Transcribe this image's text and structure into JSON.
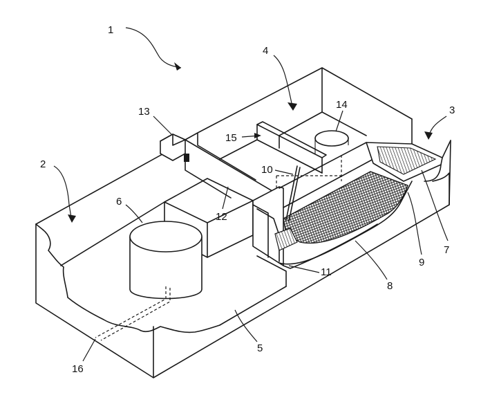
{
  "figure": {
    "labels": {
      "l1": "1",
      "l2": "2",
      "l3": "3",
      "l4": "4",
      "l5": "5",
      "l6": "6",
      "l7": "7",
      "l8": "8",
      "l9": "9",
      "l10": "10",
      "l11": "11",
      "l12": "12",
      "l13": "13",
      "l14": "14",
      "l15": "15",
      "l16": "16"
    },
    "colors": {
      "line": "#1a1a1a",
      "background": "#ffffff",
      "mesh": "#3a3a3a"
    }
  }
}
